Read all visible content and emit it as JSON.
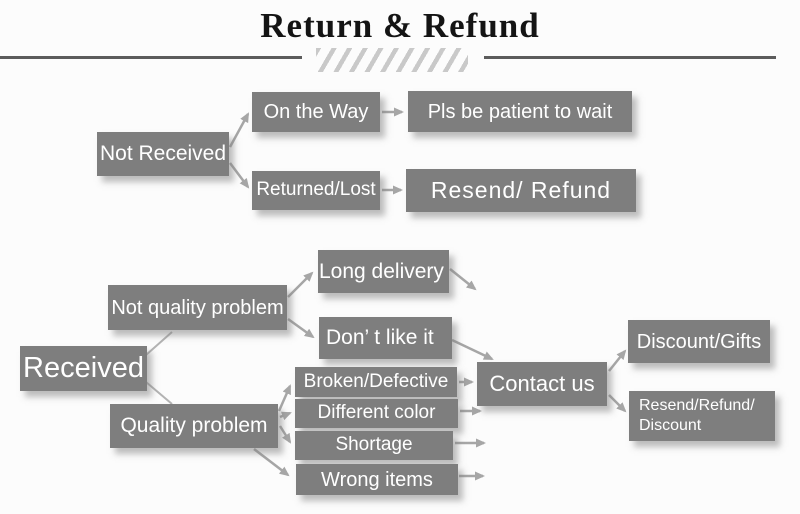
{
  "title": "Return & Refund",
  "colors": {
    "box": "#7e7e7e",
    "box_text": "#ffffff",
    "arrow": "#a6a6a6",
    "connector": "#b3b3b3",
    "title_text": "#141414",
    "rule": "#5c5c5c",
    "hatch": "#c9c9c9",
    "background": "#fcfcfc"
  },
  "nodes": {
    "not_received": "Not Received",
    "on_the_way": "On the Way",
    "pls_be_patient": "Pls be patient to wait",
    "returned_lost": "Returned/Lost",
    "resend_refund": "Resend/ Refund",
    "received": "Received",
    "not_quality_problem": "Not quality problem",
    "long_delivery": "Long delivery",
    "dont_like_it": "Don’ t like it",
    "quality_problem": "Quality problem",
    "broken_defective": "Broken/Defective",
    "different_color": "Different color",
    "shortage": "Shortage",
    "wrong_items": "Wrong items",
    "contact_us": "Contact us",
    "discount_gifts": "Discount/Gifts",
    "resend_refund_discount_line1": "Resend/Refund/",
    "resend_refund_discount_line2": "Discount"
  },
  "edges": [
    {
      "from": "Not Received",
      "to": "On the Way"
    },
    {
      "from": "Not Received",
      "to": "Returned/Lost"
    },
    {
      "from": "On the Way",
      "to": "Pls be patient to wait"
    },
    {
      "from": "Returned/Lost",
      "to": "Resend/ Refund"
    },
    {
      "from": "Received",
      "to": "Not quality problem"
    },
    {
      "from": "Received",
      "to": "Quality problem"
    },
    {
      "from": "Not quality problem",
      "to": "Long delivery"
    },
    {
      "from": "Not quality problem",
      "to": "Don’ t like it"
    },
    {
      "from": "Quality problem",
      "to": "Broken/Defective"
    },
    {
      "from": "Quality problem",
      "to": "Different color"
    },
    {
      "from": "Quality problem",
      "to": "Shortage"
    },
    {
      "from": "Quality problem",
      "to": "Wrong items"
    },
    {
      "from": "Broken/Defective",
      "to": "Contact us"
    },
    {
      "from": "Contact us",
      "to": "Discount/Gifts"
    },
    {
      "from": "Contact us",
      "to": "Resend/Refund/Discount"
    }
  ]
}
